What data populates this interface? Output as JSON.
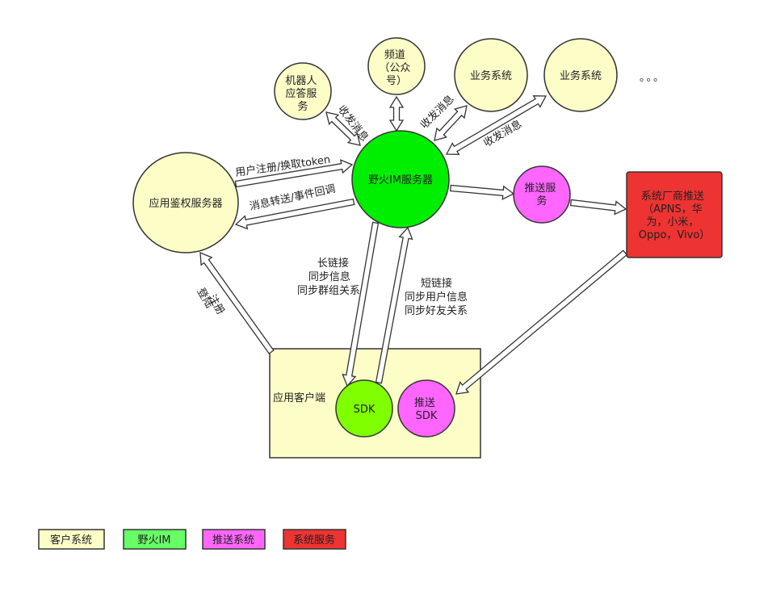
{
  "colors": {
    "client_system": "#fdfdc8",
    "im": "#00ee00",
    "im_sdk": "#80ff00",
    "push_system": "#ff66ff",
    "system_service": "#ee3333",
    "stroke": "#333333"
  },
  "nodes": {
    "bot": [
      "机器人",
      "应答服",
      "务"
    ],
    "channel": [
      "频道",
      "（公众",
      "号）"
    ],
    "biz1": [
      "业务系统"
    ],
    "biz2": [
      "业务系统"
    ],
    "ellipsis": "。。。",
    "im_server": [
      "野火IM服务器"
    ],
    "auth_server": [
      "应用鉴权服务器"
    ],
    "push_service": [
      "推送服",
      "务"
    ],
    "vendor_push": [
      "系统厂商推送",
      "（APNS，华",
      "为，小米，",
      "Oppo，Vivo）"
    ],
    "client_app": "应用客户端",
    "sdk": [
      "SDK"
    ],
    "push_sdk": [
      "推送",
      "SDK"
    ]
  },
  "edges": {
    "bot_msg": "收发消息",
    "biz1_msg": "收发消息",
    "biz2_msg": "收发消息",
    "register": "用户注册/换取token",
    "forward": "消息转送/事件回调",
    "long_conn": [
      "长链接",
      "同步信息",
      "同步群组关系"
    ],
    "short_conn": [
      "短链接",
      "同步用户信息",
      "同步好友关系"
    ],
    "login": [
      "登陆",
      "注册"
    ]
  },
  "legend": [
    {
      "label": "客户系统",
      "color": "#fdfdc8"
    },
    {
      "label": "野火IM",
      "color": "#66ff66"
    },
    {
      "label": "推送系统",
      "color": "#ff66ff"
    },
    {
      "label": "系统服务",
      "color": "#ee3333"
    }
  ]
}
